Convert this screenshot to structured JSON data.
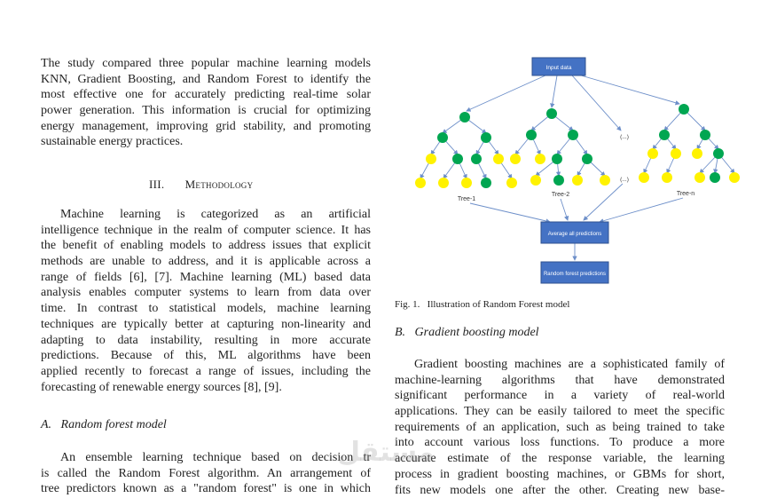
{
  "left": {
    "intro_lines": [
      "The study compared three popular machine learning models",
      "KNN, Gradient Boosting, and Random Forest to identify the",
      "most effective one for accurately predicting real-time solar",
      "power generation. This information is crucial for optimizing",
      "energy management, improving grid stability, and promoting",
      "sustainable energy practices."
    ],
    "section_number": "III.",
    "section_title": "Methodology",
    "method_lines": [
      "Machine learning is categorized as an artificial",
      "intelligence technique in the realm of computer science. It has",
      "the benefit of enabling models to address issues that explicit",
      "methods are unable to address, and it is applicable across a",
      "range of fields [6], [7]. Machine learning (ML) based data",
      "analysis enables computer systems to learn from data over",
      "time. In contrast to statistical models, machine learning",
      "techniques are typically better at capturing non-linearity and",
      "adapting to data instability, resulting in more accurate",
      "predictions. Because of this, ML algorithms have been",
      "applied recently to forecast a range of issues, including the",
      "forecasting of renewable energy sources [8], [9]."
    ],
    "subsection_a": "A.   Random forest model",
    "rf_lines": [
      "An ensemble learning technique based on decision tr",
      "is called the Random Forest algorithm. An arrangement of",
      "tree predictors known as a \"random forest\" is one in which"
    ]
  },
  "figure": {
    "input_label": "Input data",
    "tree_labels": [
      "Tree-1",
      "Tree-2",
      "Tree-n"
    ],
    "ellipsis": "(...)",
    "average_label": "Average all predictions",
    "output_label": "Random forest predictions",
    "caption": "Fig. 1.   Illustration of Random Forest model",
    "colors": {
      "box": "#4472c4",
      "node_green": "#00a651",
      "node_yellow": "#fff200",
      "arrow": "#6d8fc9"
    }
  },
  "right": {
    "subsection_b": "B.   Gradient boosting model",
    "gb_lines": [
      "Gradient boosting machines are a sophisticated family of",
      "machine-learning algorithms that have demonstrated",
      "significant performance in a variety of real-world",
      "applications. They can be easily tailored to meet the specific",
      "requirements of an application, such as being trained to take",
      "into account various loss functions. To produce a more",
      "accurate estimate of the response variable, the learning",
      "process in gradient boosting machines, or GBMs for short,",
      "fits new models one after the other. Creating new base-"
    ]
  },
  "watermark": "مستقل"
}
